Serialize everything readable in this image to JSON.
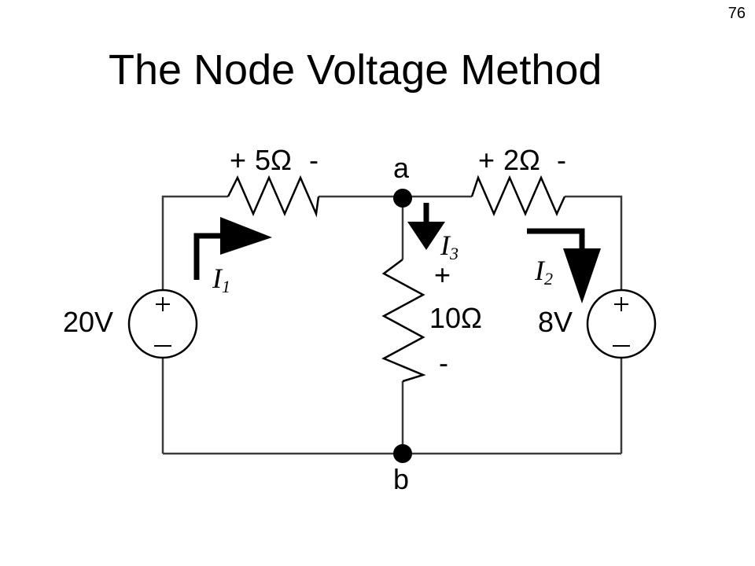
{
  "slide": {
    "page_number": "76",
    "title": "The Node Voltage Method"
  },
  "circuit": {
    "source_left": {
      "label": "20V",
      "plus": "+",
      "minus": "–"
    },
    "source_right": {
      "label": "8V",
      "plus": "+",
      "minus": "–"
    },
    "resistor_5": {
      "plus": "+",
      "value": "5Ω",
      "minus": "-"
    },
    "resistor_2": {
      "plus": "+",
      "value": "2Ω",
      "minus": "-"
    },
    "resistor_10": {
      "plus": "+",
      "value": "10Ω",
      "minus": "-"
    },
    "node_a": "a",
    "node_b": "b",
    "currents": {
      "i1": {
        "letter": "I",
        "sub": "1"
      },
      "i2": {
        "letter": "I",
        "sub": "2"
      },
      "i3": {
        "letter": "I",
        "sub": "3"
      }
    }
  }
}
